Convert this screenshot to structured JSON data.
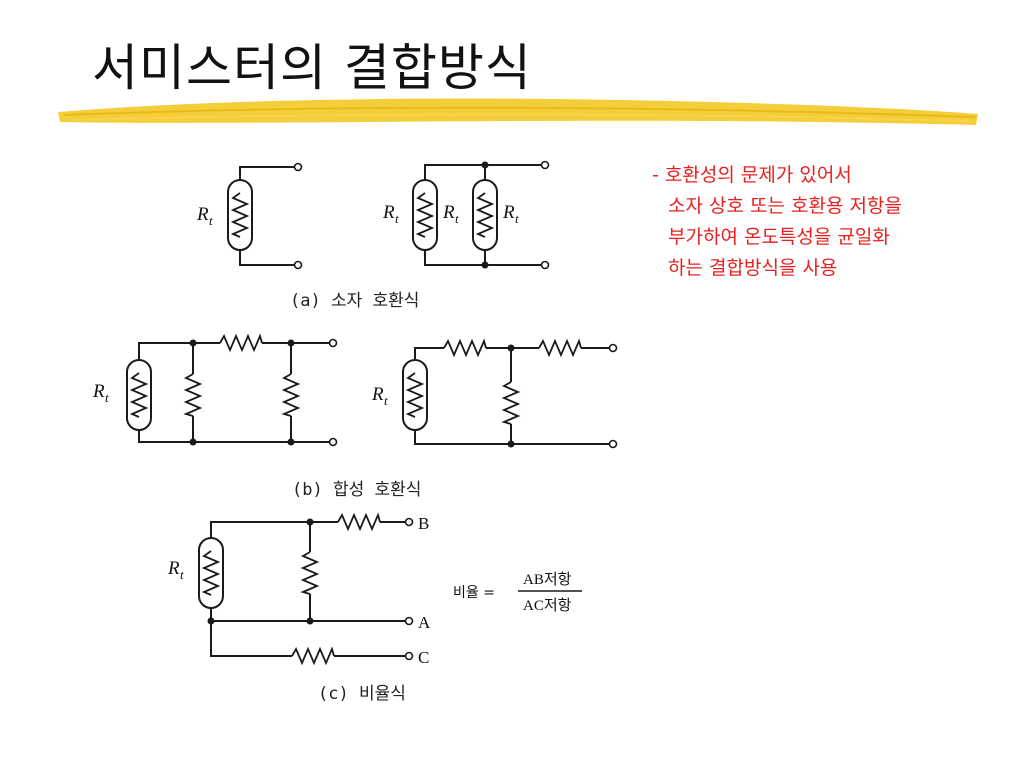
{
  "slide": {
    "title": "서미스터의 결합방식",
    "accent_color": "#f2c419",
    "note_color": "#e8201e",
    "note_lines": [
      "- 호환성의 문제가 있어서",
      "소자 상호 또는 호환용 저항을",
      "부가하여 온도특성을 균일화",
      "하는 결합방식을 사용"
    ]
  },
  "diagram": {
    "thermistor_label": "R",
    "thermistor_sub": "t",
    "caption_a": "(a) 소자 호환식",
    "caption_b": "(b) 합성 호환식",
    "caption_c": "(c) 비율식",
    "terminal_b": "B",
    "terminal_a": "A",
    "terminal_c": "C",
    "ratio_label": "비율 =",
    "ratio_numerator": "AB저항",
    "ratio_denominator": "AC저항"
  }
}
